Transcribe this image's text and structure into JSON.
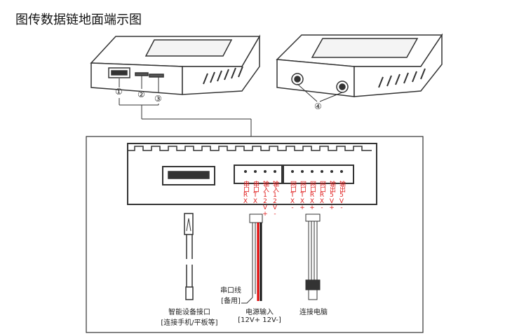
{
  "title": "图传数据链地面端示图",
  "callouts": [
    "①",
    "②",
    "③",
    "④"
  ],
  "pins": [
    "串口RX",
    "串口TX",
    "输入12V+",
    "输入12V-",
    "网口TX-",
    "网口TX+",
    "网口RX+",
    "网口RX-",
    "输出5V+",
    "输出5V-"
  ],
  "cables": {
    "smart": {
      "line1": "智能设备接口",
      "line2": "[连接手机/平板等]"
    },
    "power": {
      "line1": "电源输入",
      "line2": "[12V+ 12V-]"
    },
    "serial": {
      "line1": "串口线",
      "line2": "[备用]"
    },
    "pc": {
      "line1": "连接电脑"
    }
  },
  "colors": {
    "pin_text": "#e02020",
    "power_pos": "#e00000",
    "power_neg": "#111111"
  }
}
